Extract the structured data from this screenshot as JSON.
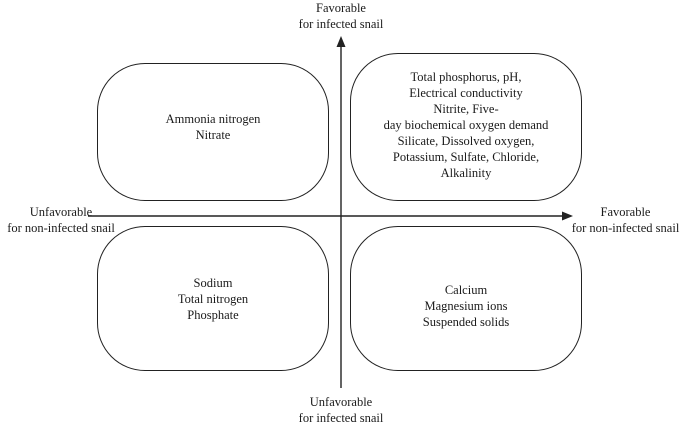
{
  "axes": {
    "top": [
      "Favorable",
      "for infected snail"
    ],
    "bottom": [
      "Unfavorable",
      "for infected snail"
    ],
    "left": [
      "Unfavorable",
      "for non-infected snail"
    ],
    "right": [
      "Favorable",
      "for non-infected snail"
    ]
  },
  "quadrants": {
    "top_left": [
      "Ammonia nitrogen",
      "Nitrate"
    ],
    "top_right": [
      "Total phosphorus, pH,",
      "Electrical conductivity",
      "Nitrite, Five-",
      "day biochemical oxygen demand",
      "Silicate,  Dissolved oxygen,",
      "Potassium, Sulfate, Chloride,",
      "Alkalinity"
    ],
    "bottom_left": [
      "Sodium",
      "Total nitrogen",
      "Phosphate"
    ],
    "bottom_right": [
      "Calcium",
      "Magnesium ions",
      "Suspended solids"
    ]
  }
}
